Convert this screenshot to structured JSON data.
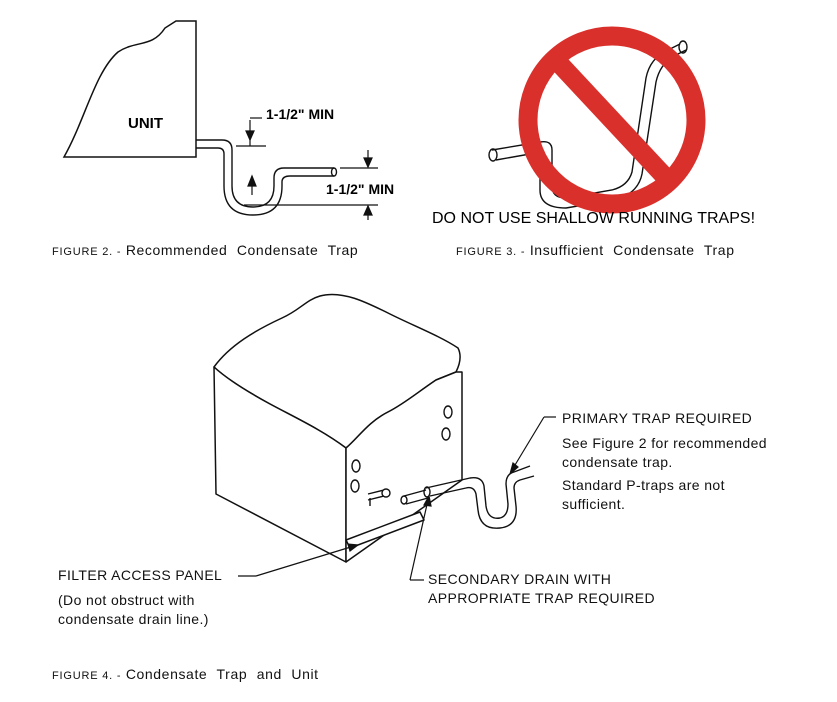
{
  "figure2": {
    "unit_label": "UNIT",
    "dim_top": "1-1/2\" MIN",
    "dim_bottom": "1-1/2\" MIN",
    "caption_fig": "FIGURE 2. -",
    "caption_desc": "Recommended Condensate Trap"
  },
  "figure3": {
    "warning": "DO NOT USE SHALLOW RUNNING TRAPS!",
    "caption_fig": "FIGURE 3. -",
    "caption_desc": "Insufficient Condensate Trap",
    "colors": {
      "prohibition": "#d9302b"
    }
  },
  "figure4": {
    "primary_title": "PRIMARY TRAP REQUIRED",
    "primary_note1_a": "See Figure 2 for recommended",
    "primary_note1_b": "condensate trap.",
    "primary_note2_a": "Standard P-traps are not",
    "primary_note2_b": "sufficient.",
    "filter_title": "FILTER ACCESS PANEL",
    "filter_note_a": "(Do not obstruct with",
    "filter_note_b": "condensate drain line.)",
    "secondary_a": "SECONDARY DRAIN WITH",
    "secondary_b": "APPROPRIATE TRAP REQUIRED",
    "caption_fig": "FIGURE 4. -",
    "caption_desc": "Condensate Trap and Unit"
  }
}
